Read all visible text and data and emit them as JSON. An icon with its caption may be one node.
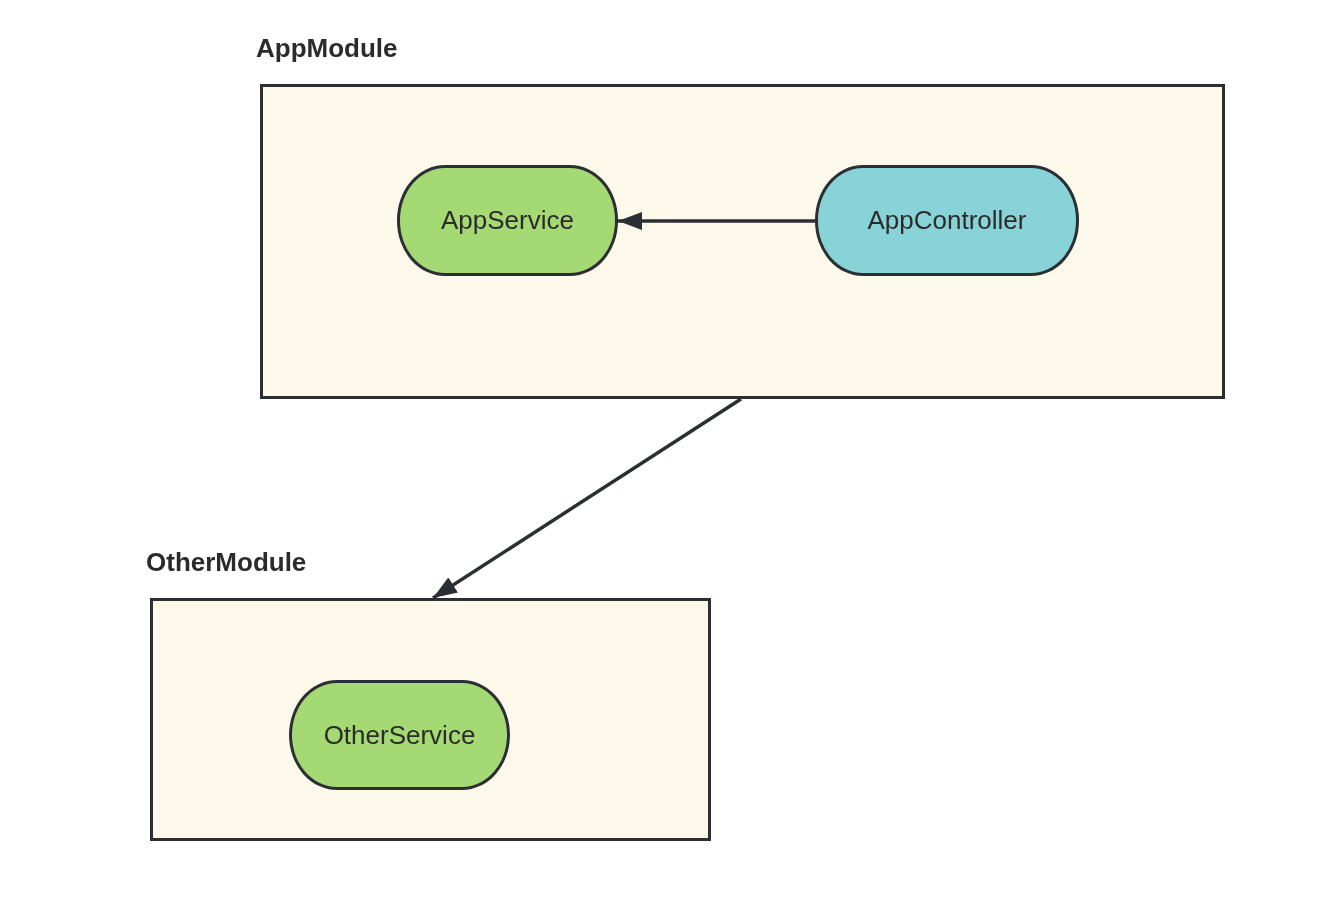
{
  "diagram": {
    "nodes": [
      {
        "text": [
          "AppModule"
        ]
      },
      {
        "text": [
          "AppService"
        ],
        "in": 0
      },
      {
        "text": [
          "AppController"
        ],
        "in": 0
      },
      {
        "text": [
          "OtherModule"
        ]
      },
      {
        "text": [
          "OtherService"
        ],
        "in": 3
      }
    ],
    "edges": [
      {
        "from": 2,
        "to": 1,
        "arrow": "to"
      },
      {
        "from": 0,
        "to": 3,
        "arrow": "to"
      }
    ]
  }
}
